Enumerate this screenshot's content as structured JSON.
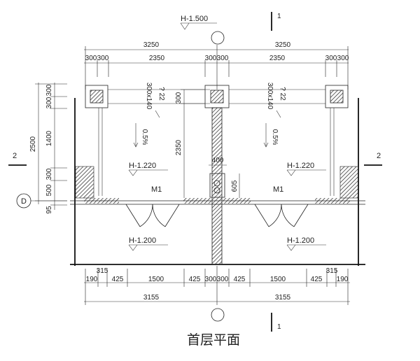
{
  "title": "首层平面",
  "top_level_label": "H-1.500",
  "section_mark": "1",
  "section_mark_side": "2",
  "grid_label": "D",
  "door_label": "M1",
  "floor_levels": {
    "upper": "H-1.220",
    "lower": "H-1.200"
  },
  "slope": "0.5%",
  "vent_size": "300x140",
  "vent_note": "? 22",
  "dims_top_overall": [
    "3250",
    "3250"
  ],
  "dims_top_detail": [
    "300",
    "300",
    "2350",
    "300",
    "300",
    "2350",
    "300",
    "300"
  ],
  "dims_left": [
    "300",
    "300",
    "1400",
    "300",
    "500",
    "95"
  ],
  "dims_left_total": "2500",
  "dims_mid": {
    "d300": "300",
    "d2350": "2350",
    "d400": "400",
    "d605": "605"
  },
  "dims_bottom_detail": [
    "190",
    "315",
    "425",
    "1500",
    "425",
    "300",
    "300",
    "425",
    "1500",
    "425",
    "315",
    "190"
  ],
  "dims_bottom_overall": [
    "3155",
    "3155"
  ]
}
